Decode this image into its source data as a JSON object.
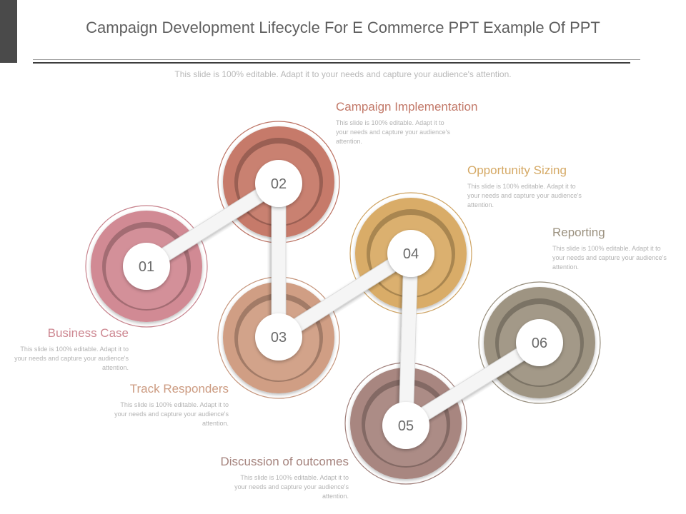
{
  "header": {
    "title": "Campaign Development Lifecycle For E Commerce PPT Example Of PPT",
    "subtitle": "This slide is 100% editable. Adapt it to your needs and capture your audience's attention."
  },
  "steps": [
    {
      "number": "01",
      "title": "Business Case",
      "description": "This slide is 100% editable. Adapt it to your needs and capture your audience's attention.",
      "color": "#d18a94"
    },
    {
      "number": "02",
      "title": "Campaign Implementation",
      "description": "This slide is 100% editable. Adapt it to your needs and capture your audience's attention.",
      "color": "#c67a6a"
    },
    {
      "number": "03",
      "title": "Track Responders",
      "description": "This slide is 100% editable. Adapt it to your needs and capture your audience's attention.",
      "color": "#d09e84"
    },
    {
      "number": "04",
      "title": "Opportunity Sizing",
      "description": "This slide is 100% editable. Adapt it to your needs and capture your audience's attention.",
      "color": "#d9ac67"
    },
    {
      "number": "05",
      "title": "Discussion of outcomes",
      "description": "This slide is 100% editable. Adapt it to your needs and capture your audience's attention.",
      "color": "#a88680"
    },
    {
      "number": "06",
      "title": "Reporting",
      "description": "This slide is 100% editable. Adapt it to your needs and capture your audience's attention.",
      "color": "#9e9482"
    }
  ]
}
